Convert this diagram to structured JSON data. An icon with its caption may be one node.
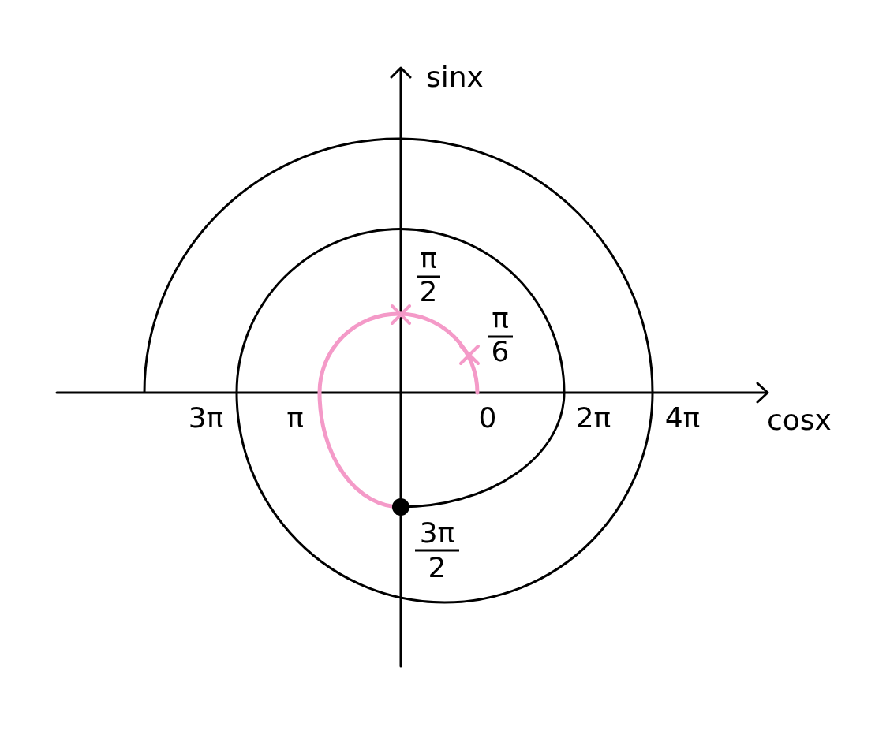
{
  "diagram": {
    "labels": [
      "sinx",
      "π",
      "2",
      "π",
      "6",
      "3π",
      "π",
      "0",
      "2π",
      "4π",
      "cosx",
      "3π",
      "2"
    ]
  }
}
